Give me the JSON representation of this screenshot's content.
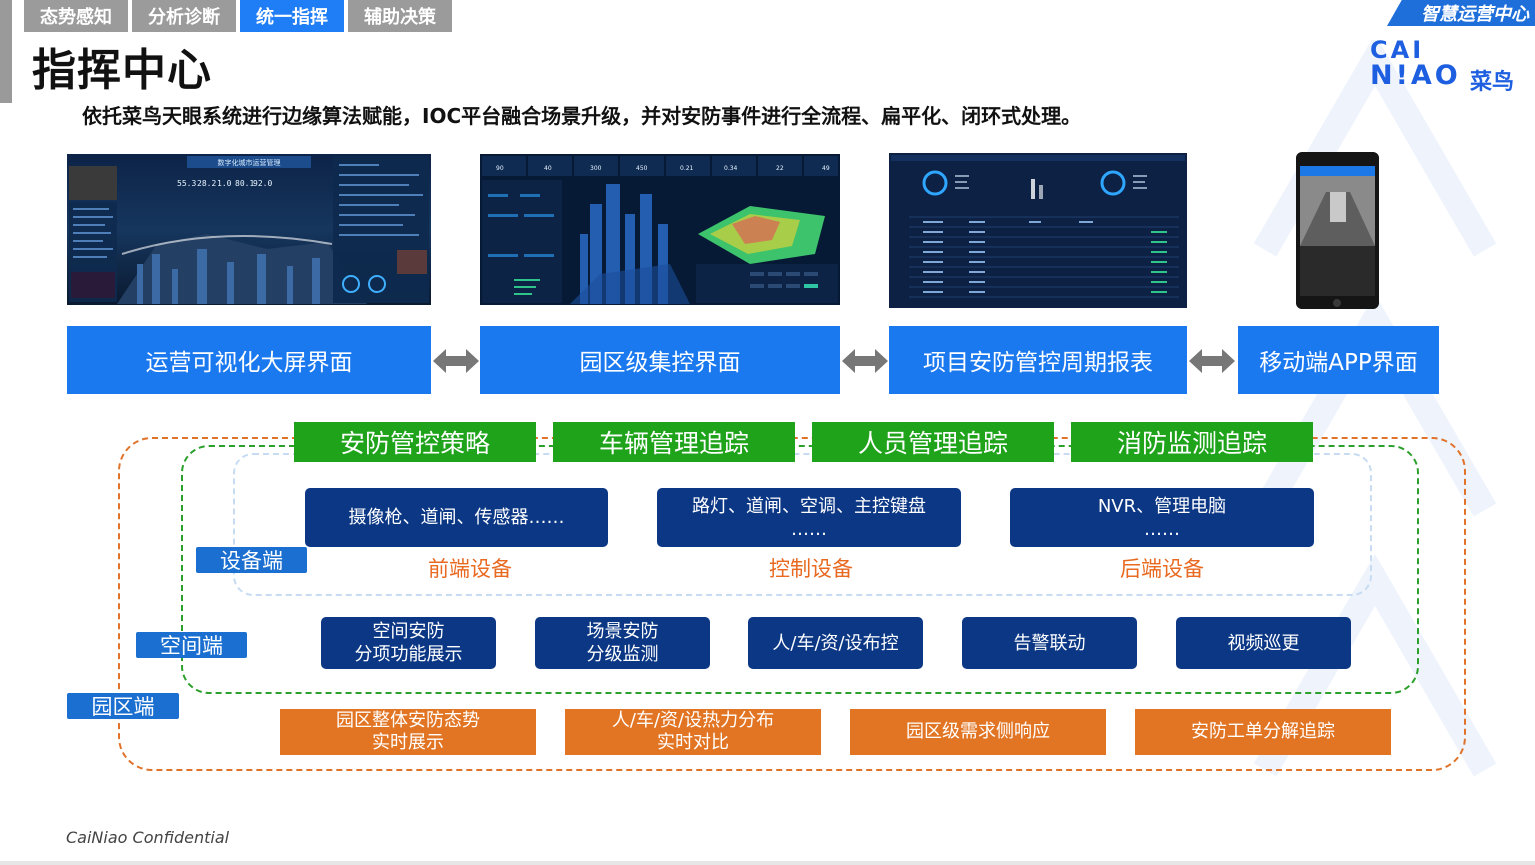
{
  "tabs": [
    {
      "label": "态势感知",
      "active": false
    },
    {
      "label": "分析诊断",
      "active": false
    },
    {
      "label": "统一指挥",
      "active": true
    },
    {
      "label": "辅助决策",
      "active": false
    }
  ],
  "title": "指挥中心",
  "subtitle": "依托菜鸟天眼系统进行边缘算法赋能，IOC平台融合场景升级，并对安防事件进行全流程、扁平化、闭环式处理。",
  "brand": {
    "tag": "智慧运营中心",
    "logo_line1": "CAI",
    "logo_line2": "N!AO",
    "logo_cn": "菜鸟"
  },
  "screenshots": {
    "big_screen": {
      "title": "数字化城市运营管理",
      "stats": [
        "55.3",
        "28.2",
        "1.0",
        "80.1",
        "92.0"
      ]
    },
    "park": {
      "stats": [
        "90",
        "40",
        "300",
        "450",
        "0.21",
        "0.34",
        "22",
        "49"
      ]
    }
  },
  "interfaces": [
    "运营可视化大屏界面",
    "园区级集控界面",
    "项目安防管控周期报表",
    "移动端APP界面"
  ],
  "strategies": [
    "安防管控策略",
    "车辆管理追踪",
    "人员管理追踪",
    "消防监测追踪"
  ],
  "device_tier": {
    "label": "设备端",
    "groups": [
      {
        "line1": "摄像枪、道闸、传感器……",
        "line2": "",
        "caption": "前端设备"
      },
      {
        "line1": "路灯、道闸、空调、主控键盘",
        "line2": "……",
        "caption": "控制设备"
      },
      {
        "line1": "NVR、管理电脑",
        "line2": "……",
        "caption": "后端设备"
      }
    ]
  },
  "space_tier": {
    "label": "空间端",
    "items": [
      {
        "line1": "空间安防",
        "line2": "分项功能展示"
      },
      {
        "line1": "场景安防",
        "line2": "分级监测"
      },
      {
        "line1": "人/车/资/设布控",
        "line2": ""
      },
      {
        "line1": "告警联动",
        "line2": ""
      },
      {
        "line1": "视频巡更",
        "line2": ""
      }
    ]
  },
  "park_tier": {
    "label": "园区端",
    "items": [
      {
        "line1": "园区整体安防态势",
        "line2": "实时展示"
      },
      {
        "line1": "人/车/资/设热力分布",
        "line2": "实时对比"
      },
      {
        "line1": "园区级需求侧响应",
        "line2": ""
      },
      {
        "line1": "安防工单分解追踪",
        "line2": ""
      }
    ]
  },
  "footer": "CaiNiao Confidential",
  "colors": {
    "blue": "#1b79f0",
    "green": "#1ea31a",
    "navy": "#0b3785",
    "orange": "#e27524"
  }
}
